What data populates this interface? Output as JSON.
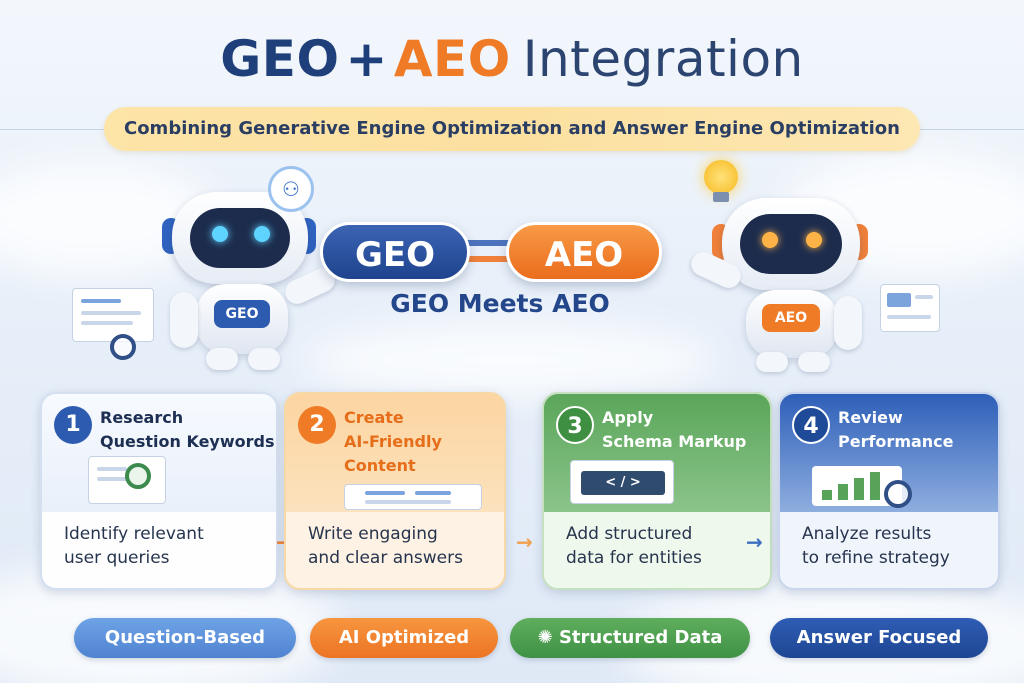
{
  "header": {
    "title_geo": "GEO",
    "title_plus": "+",
    "title_aeo": "AEO",
    "title_rest": "Integration",
    "subtitle": "Combining Generative Engine Optimization and Answer Engine Optimization"
  },
  "center": {
    "geo_pill": "GEO",
    "aeo_pill": "AEO",
    "tagline": "GEO Meets AEO"
  },
  "robots": {
    "left_badge": "GEO",
    "right_badge": "AEO"
  },
  "steps": [
    {
      "number": "1",
      "title_line1": "Research",
      "title_line2": "Question Keywords",
      "title_line3": "",
      "desc_line1": "Identify relevant",
      "desc_line2": "user queries"
    },
    {
      "number": "2",
      "title_line1": "Create",
      "title_line2": "AI-Friendly",
      "title_line3": "Content",
      "desc_line1": "Write engaging",
      "desc_line2": "and clear answers"
    },
    {
      "number": "3",
      "title_line1": "Apply",
      "title_line2": "Schema Markup",
      "title_line3": "",
      "desc_line1": "Add structured",
      "desc_line2": "data for entities"
    },
    {
      "number": "4",
      "title_line1": "Review",
      "title_line2": "Performance",
      "title_line3": "",
      "desc_line1": "Analyze results",
      "desc_line2": "to refine strategy"
    }
  ],
  "code_glyph": "< / >",
  "tags": [
    {
      "label": "Question-Based"
    },
    {
      "label": "AI Optimized"
    },
    {
      "label": "Structured Data"
    },
    {
      "label": "Answer Focused"
    }
  ],
  "colors": {
    "blue": "#2d5bb0",
    "orange": "#f07b26",
    "green": "#4f9b4d",
    "navy": "#1f3f7a",
    "yellow": "#fde4a7"
  }
}
